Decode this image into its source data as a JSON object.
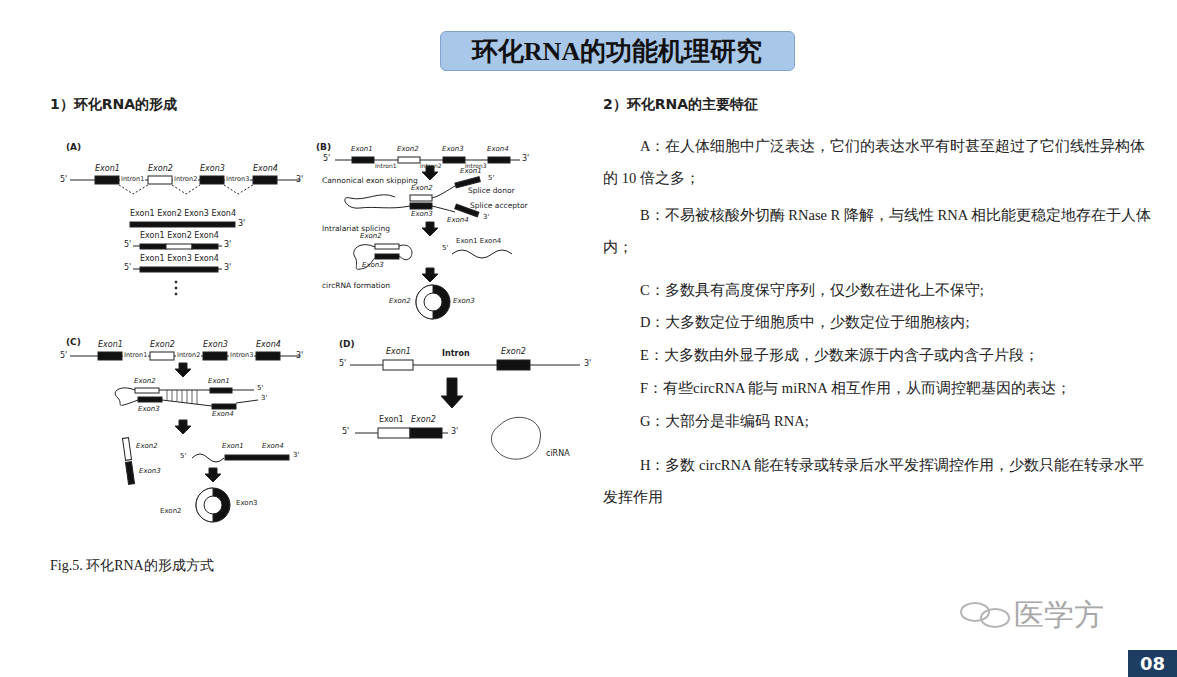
{
  "diagram": {
    "title": "环化RNA的功能机理研究",
    "caption": "Fig.5. 环化RNA的形成方式",
    "nodes": [
      {
        "text": [
          "08"
        ]
      }
    ],
    "labels": [
      "1）环化RNA的形成",
      "2）环化RNA的主要特征",
      "A：在人体细胞中广泛表达，它们的表达水平有时甚至超过了它们线性异构体的 10 倍之多；",
      "B：不易被核酸外切酶 RNase R 降解，与线性 RNA 相比能更稳定地存在于人体内；",
      "C：多数具有高度保守序列，仅少数在进化上不保守;",
      "D：大多数定位于细胞质中，少数定位于细胞核内;",
      "E：大多数由外显子形成，少数来源于内含子或内含子片段；",
      "F：有些circRNA 能与 miRNA 相互作用，从而调控靶基因的表达；",
      "G：大部分是非编码 RNA;",
      "H：多数 circRNA 能在转录或转录后水平发挥调控作用，少数只能在转录水平发挥作用",
      "(A)",
      "5'",
      "Exon1",
      "Intron1",
      "Exon2",
      "Intron2",
      "Exon3",
      "Intron3",
      "Exon4",
      "3'",
      "Exon1 Exon2 Exon3 Exon4",
      "3'",
      "5'",
      "Exon1 Exon2 Exon4",
      "3'",
      "5'",
      "Exon1 Exon3 Exon4",
      "3'",
      "(B)",
      "5'",
      "Exon1",
      "Intron1",
      "Exon2",
      "Intron2",
      "Exon3",
      "Intron3",
      "Exon4",
      "3'",
      "Cannonical exon skipping",
      "Exon1",
      "5'",
      "Splice donor",
      "Exon2",
      "Splice acceptor",
      "Exon3",
      "Exon4",
      "3'",
      "Intralariat splicing",
      "Exon2",
      "Exon3",
      "5'",
      "Exon1 Exon4",
      "circRNA formation",
      "Exon2",
      "Exon3",
      "(C)",
      "5'",
      "Exon1",
      "Intron1",
      "Exon2",
      "Intron2",
      "Exon3",
      "Intron3",
      "Exon4",
      "3'",
      "Exon2",
      "Exon1",
      "5'",
      "Exon3",
      "3'",
      "Exon4",
      "Exon2",
      "Exon3",
      "5'",
      "Exon1",
      "Exon4",
      "3'",
      "Exon2",
      "Exon3",
      "(D)",
      "5'",
      "Exon1",
      "Intron",
      "Exon2",
      "3'",
      "5'",
      "Exon1",
      "Exon2",
      "3'",
      "ciRNA",
      "医学方"
    ]
  }
}
